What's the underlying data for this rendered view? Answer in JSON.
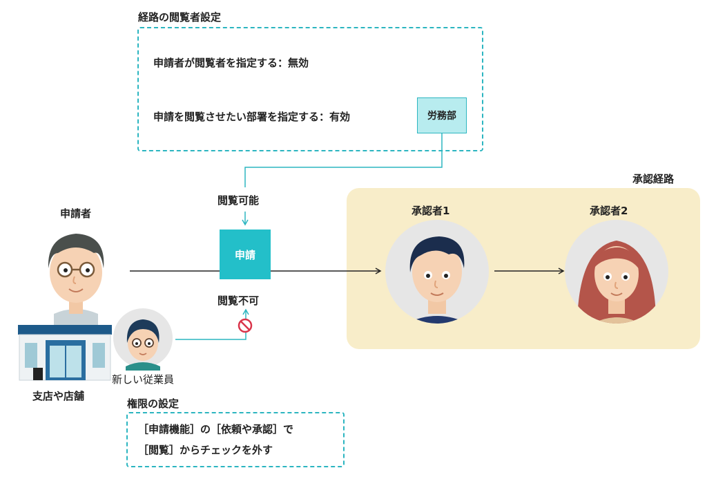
{
  "viewer_settings": {
    "title": "経路の閲覧者設定",
    "line1": "申請者が閲覧者を指定する：無効",
    "line2": "申請を閲覧させたい部署を指定する：有効",
    "dept": "労務部"
  },
  "flow": {
    "viewable": "閲覧可能",
    "apply": "申請",
    "not_viewable": "閲覧不可"
  },
  "applicant": {
    "label": "申請者",
    "branch": "支店や店舗",
    "new_employee": "新しい従業員"
  },
  "route": {
    "title": "承認経路",
    "approver1": "承認者1",
    "approver2": "承認者2"
  },
  "permission": {
    "title": "権限の設定",
    "line1": "［申請機能］の［依頼や承認］で",
    "line2": "［閲覧］からチェックを外す"
  },
  "colors": {
    "teal": "#2bb5c0",
    "apply_fill": "#23bfc9",
    "route_bg": "#f8edc9",
    "dept_fill": "#b8ecef"
  }
}
